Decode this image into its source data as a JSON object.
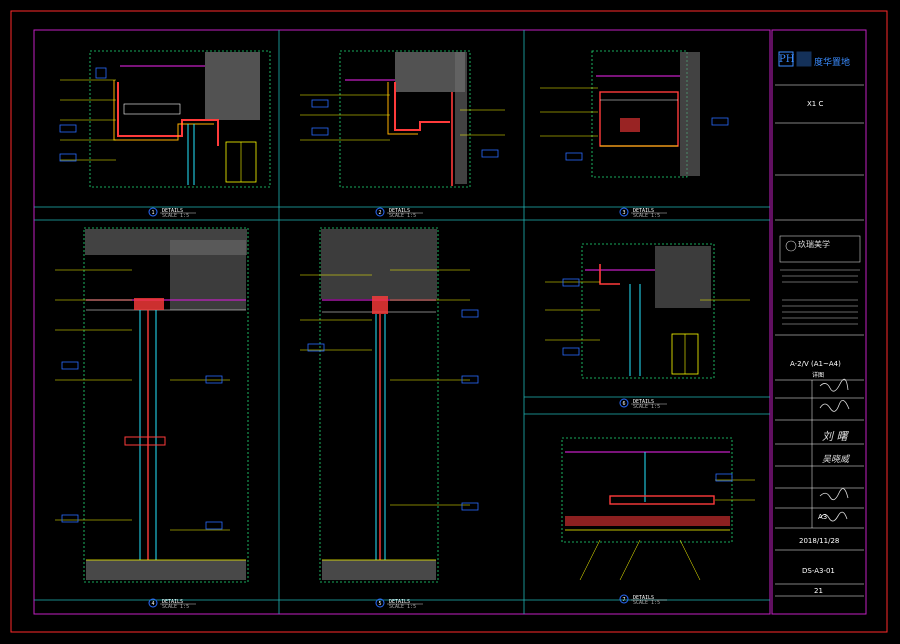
{
  "colors": {
    "background": "#000000",
    "outer_frame": "#ff2a2a",
    "panel_frame": "#c21fc2",
    "grid": "#1fb5b5",
    "detail_border": "#22e07a",
    "annotation": "#ffff00",
    "tag": "#2a6bff",
    "concrete": "#8a8a8a",
    "section_red": "#ff3b3b",
    "steel_cyan": "#25e6ff"
  },
  "details": [
    {
      "id": "d1",
      "caption": "DETAILS",
      "scale": "SCALE 1:5",
      "num": "1"
    },
    {
      "id": "d2",
      "caption": "DETAILS",
      "scale": "SCALE 1:5",
      "num": "2"
    },
    {
      "id": "d3",
      "caption": "DETAILS",
      "scale": "SCALE 1:5",
      "num": "3"
    },
    {
      "id": "d4",
      "caption": "DETAILS",
      "scale": "SCALE 1:5",
      "num": "4"
    },
    {
      "id": "d5",
      "caption": "DETAILS",
      "scale": "SCALE 1:5",
      "num": "5"
    },
    {
      "id": "d6",
      "caption": "DETAILS",
      "scale": "SCALE 1:5",
      "num": "6"
    },
    {
      "id": "d7",
      "caption": "DETAILS",
      "scale": "SCALE 1:5",
      "num": "7"
    }
  ],
  "title_block": {
    "logo_letters": "PH",
    "logo_name": "度华置地",
    "logo2_name": "玖瑞美学",
    "project_name_value": "X1 C",
    "drawing_name_value": "A-2/V (A1~A4)",
    "drawing_name_sub": "详图",
    "date_value": "2018/11/28",
    "drawing_no_value": "DS-A3-01",
    "sheet_value": "21",
    "stage_value": "A3",
    "signer_3": "刘     曙",
    "signer_4": "吴晓威"
  }
}
